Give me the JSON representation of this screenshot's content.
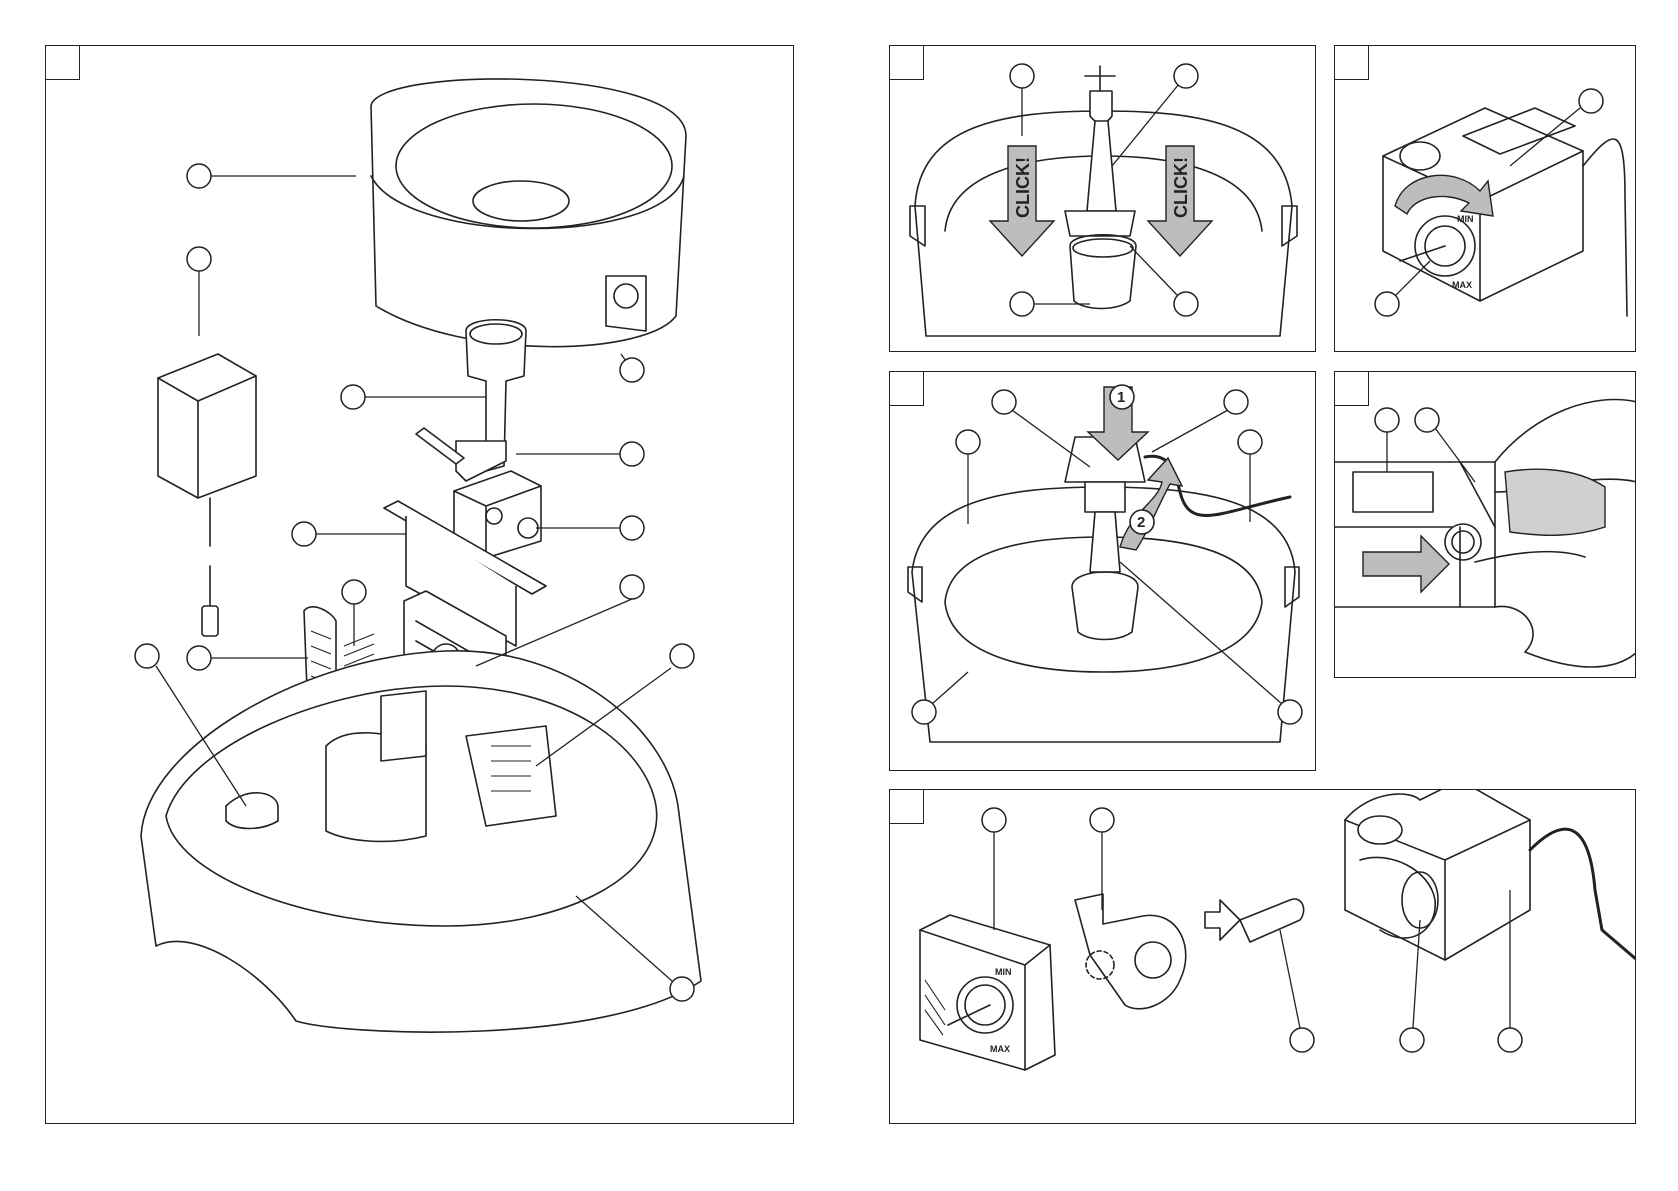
{
  "labels": {
    "click": "CLICK!",
    "min": "MIN",
    "max": "MAX",
    "step1": "1",
    "step2": "2"
  },
  "icons": {
    "fountain-top-bowl": "fountain-top-bowl-icon",
    "power-adapter": "power-adapter-icon",
    "pump": "pump-icon",
    "filter": "filter-icon",
    "fountain-base": "fountain-base-icon",
    "push-arrow": "push-arrow-icon",
    "rotate-arrow": "rotate-arrow-icon"
  },
  "colors": {
    "line": "#222222",
    "arrow_fill": "#bdbdbd",
    "paper": "#ffffff"
  }
}
